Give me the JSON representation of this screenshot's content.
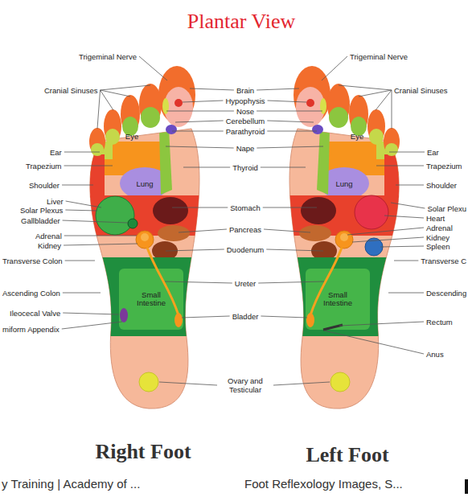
{
  "diagram": {
    "title": "Plantar View",
    "nodes": [
      {
        "text": [
          "Eye"
        ]
      },
      {
        "text": [
          "Lung"
        ]
      },
      {
        "text": [
          "Small Intestine"
        ]
      },
      {
        "text": [
          "Eye"
        ]
      },
      {
        "text": [
          "Lung"
        ]
      },
      {
        "text": [
          "Small Intestine"
        ]
      }
    ],
    "labels": [
      "Trigeminal Nerve",
      "Trigeminal Nerve",
      "Cranial Sinuses",
      "Brain",
      "Cranial Sinuses",
      "Hypophysis",
      "Nose",
      "Cerebellum",
      "Parathyroid",
      "Nape",
      "Ear",
      "Ear",
      "Trapezium",
      "Thyroid",
      "Trapezium",
      "Shoulder",
      "Shoulder",
      "Liver",
      "Solar Plexus",
      "Stomach",
      "Solar Plexu",
      "Heart",
      "Gallbladder",
      "Adrenal",
      "Pancreas",
      "Adrenal",
      "Kidney",
      "Kidney",
      "Spleen",
      "Duodenum",
      "Transverse Colon",
      "Transverse C",
      "Ureter",
      "Ascending Colon",
      "Descending",
      "Ileocecal Valve",
      "Bladder",
      "Rectum",
      "miform Appendix",
      "Anus",
      "Ovary and Testicular",
      "Right Foot",
      "Left Foot",
      "y Training | Academy of ...",
      "Foot Reflexology Images, S..."
    ]
  }
}
